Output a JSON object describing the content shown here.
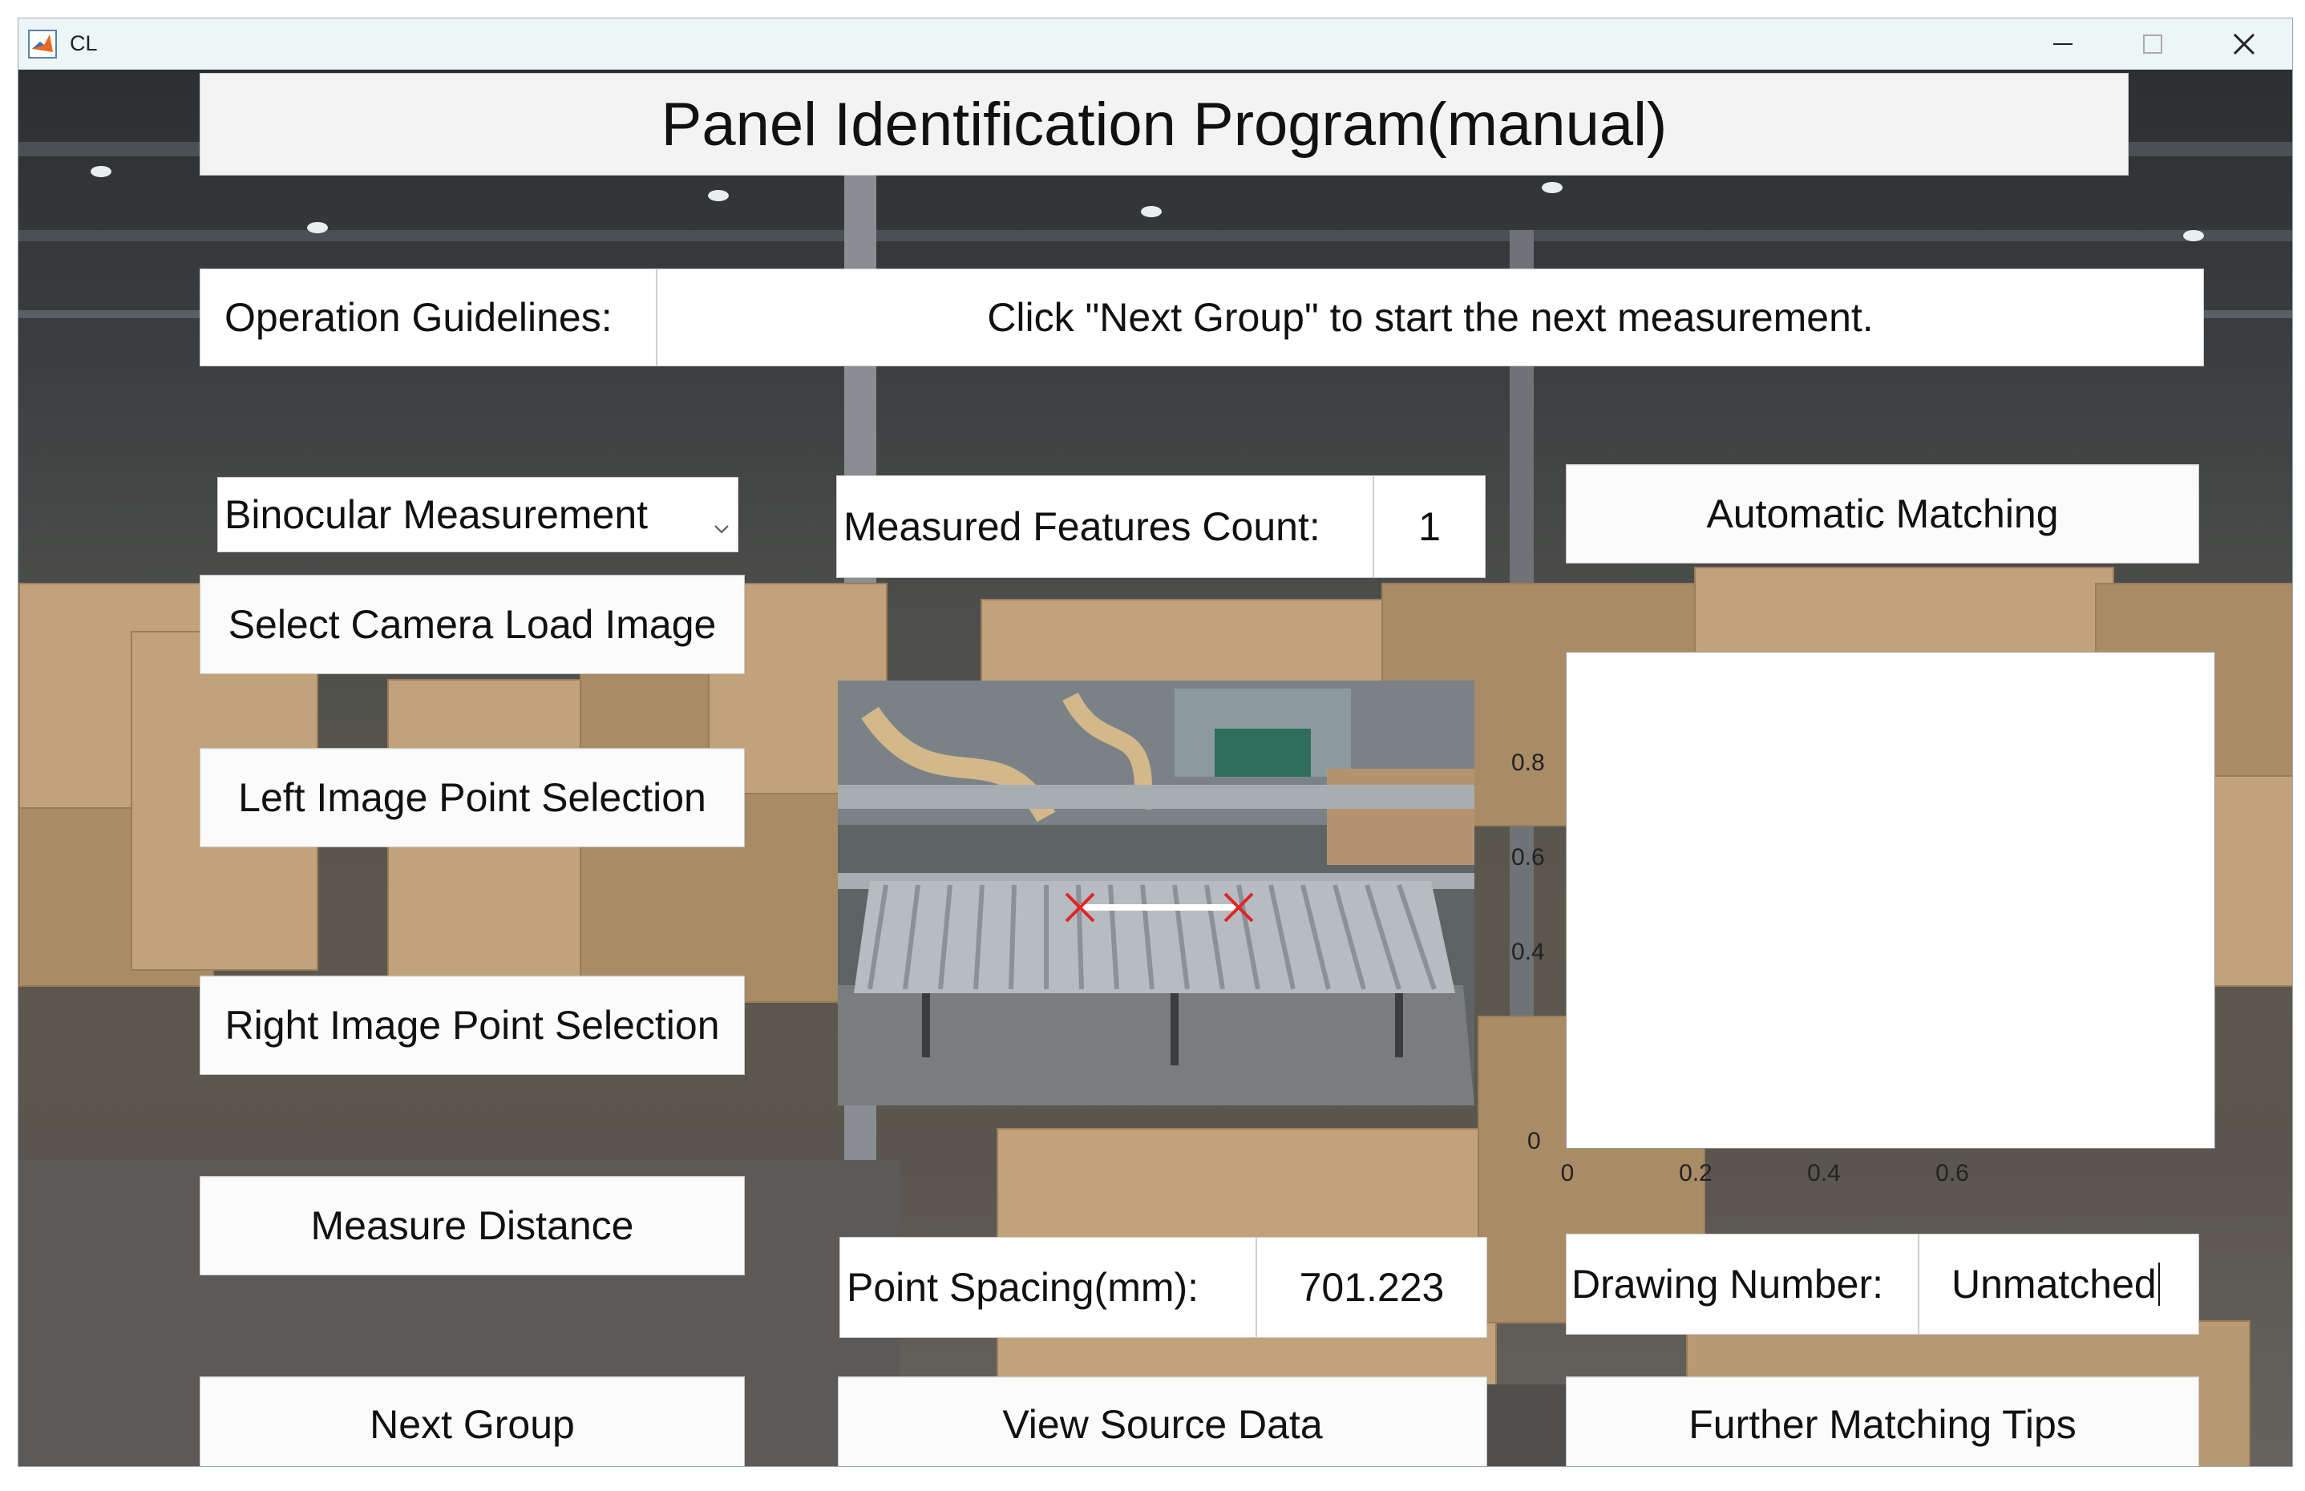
{
  "window": {
    "title": "CL"
  },
  "app": {
    "title": "Panel Identification Program(manual)"
  },
  "guidelines": {
    "label": "Operation Guidelines:",
    "message": "Click \"Next Group\" to start the next measurement."
  },
  "mode_select": {
    "selected": "Binocular Measurement"
  },
  "features": {
    "label": "Measured Features Count:",
    "value": "1"
  },
  "buttons": {
    "automatic_matching": "Automatic Matching",
    "select_camera": "Select Camera Load Image",
    "left_point": "Left Image Point Selection",
    "right_point": "Right Image Point Selection",
    "measure_distance": "Measure Distance",
    "next_group": "Next Group",
    "view_source": "View Source Data",
    "further_tips": "Further Matching Tips"
  },
  "point_spacing": {
    "label": "Point Spacing(mm):",
    "value": "701.223"
  },
  "drawing_number": {
    "label": "Drawing Number:",
    "value": "Unmatched"
  },
  "axes": {
    "yticks": [
      "0",
      "0.4",
      "0.6",
      "0.8"
    ],
    "xticks": [
      "0",
      "0.2",
      "0.4",
      "0.6"
    ]
  },
  "icons": [
    "matlab-logo-icon",
    "minimize-icon",
    "maximize-icon",
    "close-icon",
    "chevron-down-icon",
    "marker-x-icon"
  ],
  "colors": {
    "marker": "#e0242a",
    "titlebar": "#ecf6f6"
  }
}
